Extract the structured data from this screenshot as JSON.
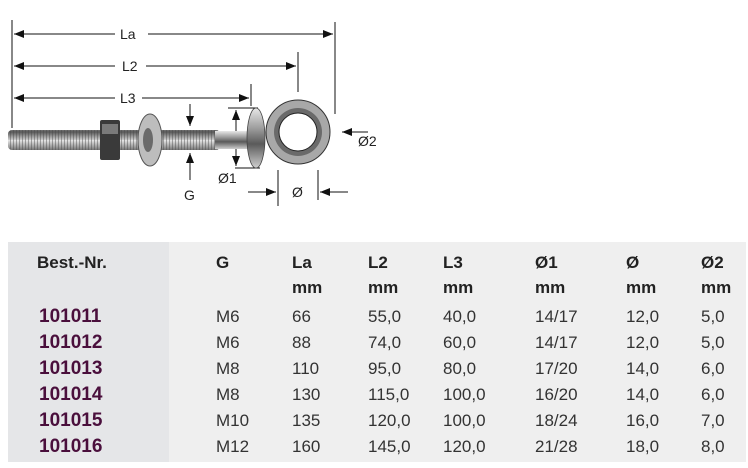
{
  "diagram": {
    "labels": {
      "la": "La",
      "l2": "L2",
      "l3": "L3",
      "g": "G",
      "d1": "Ø1",
      "d": "Ø",
      "d2": "Ø2"
    }
  },
  "table": {
    "id_header": "Best.-Nr.",
    "columns": [
      {
        "key": "g",
        "header": "G",
        "unit": ""
      },
      {
        "key": "la",
        "header": "La",
        "unit": "mm"
      },
      {
        "key": "l2",
        "header": "L2",
        "unit": "mm"
      },
      {
        "key": "l3",
        "header": "L3",
        "unit": "mm"
      },
      {
        "key": "d1",
        "header": "Ø1",
        "unit": "mm"
      },
      {
        "key": "d",
        "header": "Ø",
        "unit": "mm"
      },
      {
        "key": "d2",
        "header": "Ø2",
        "unit": "mm"
      }
    ],
    "rows": [
      {
        "id": "101011",
        "g": "M6",
        "la": "66",
        "l2": "55,0",
        "l3": "40,0",
        "d1": "14/17",
        "d": "12,0",
        "d2": "5,0"
      },
      {
        "id": "101012",
        "g": "M6",
        "la": "88",
        "l2": "74,0",
        "l3": "60,0",
        "d1": "14/17",
        "d": "12,0",
        "d2": "5,0"
      },
      {
        "id": "101013",
        "g": "M8",
        "la": "110",
        "l2": "95,0",
        "l3": "80,0",
        "d1": "17/20",
        "d": "14,0",
        "d2": "6,0"
      },
      {
        "id": "101014",
        "g": "M8",
        "la": "130",
        "l2": "115,0",
        "l3": "100,0",
        "d1": "16/20",
        "d": "14,0",
        "d2": "6,0"
      },
      {
        "id": "101015",
        "g": "M10",
        "la": "135",
        "l2": "120,0",
        "l3": "100,0",
        "d1": "18/24",
        "d": "16,0",
        "d2": "7,0"
      },
      {
        "id": "101016",
        "g": "M12",
        "la": "160",
        "l2": "145,0",
        "l3": "120,0",
        "d1": "21/28",
        "d": "18,0",
        "d2": "8,0"
      }
    ]
  },
  "colors": {
    "id_text": "#4a0f3c",
    "id_column_bg": "#e5e6e8",
    "table_bg": "#efefef"
  }
}
